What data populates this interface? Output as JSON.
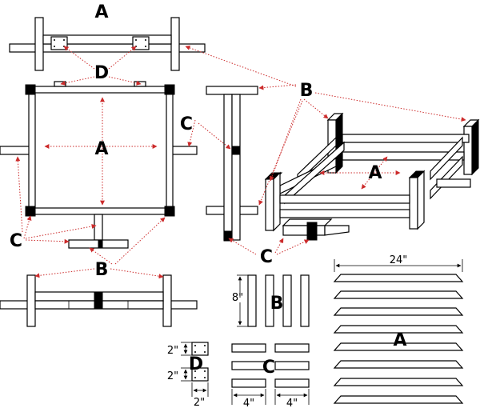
{
  "labels": {
    "part_a": "A",
    "part_b": "B",
    "part_c": "C",
    "part_d": "D"
  },
  "dimensions": {
    "slat_length": "24\"",
    "leg_height": "8\"",
    "block_height_1": "2\"",
    "block_height_2": "2\"",
    "block_width": "2\"",
    "spacer_width_1": "4\"",
    "spacer_width_2": "4\""
  },
  "colors": {
    "outline": "#000000",
    "leader": "#cc2b2b",
    "background": "#ffffff"
  }
}
